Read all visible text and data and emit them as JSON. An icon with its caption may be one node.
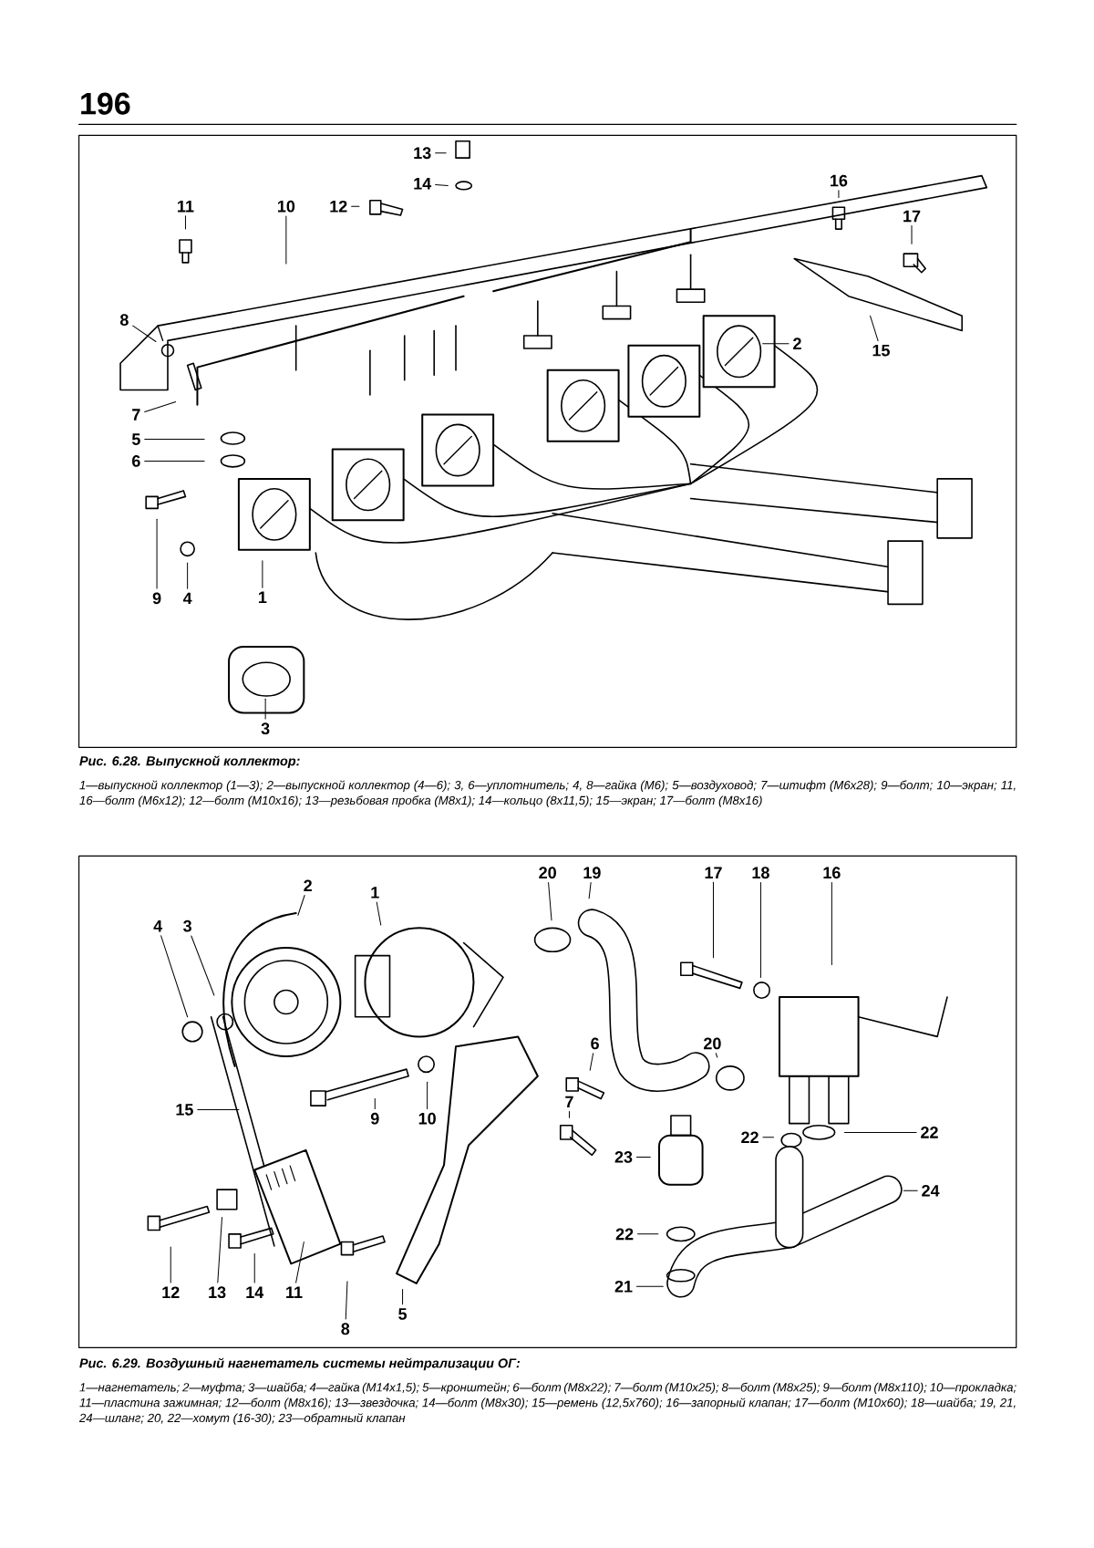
{
  "diagram": {
    "nodes": [
      {
        "text": [
          "13"
        ]
      },
      {
        "text": [
          "14"
        ]
      },
      {
        "text": [
          "12"
        ]
      },
      {
        "text": [
          "11"
        ]
      },
      {
        "text": [
          "10"
        ]
      },
      {
        "text": [
          "16"
        ]
      },
      {
        "text": [
          "17"
        ]
      },
      {
        "text": [
          "8"
        ]
      },
      {
        "text": [
          "2"
        ]
      },
      {
        "text": [
          "15"
        ]
      },
      {
        "text": [
          "7"
        ]
      },
      {
        "text": [
          "5"
        ]
      },
      {
        "text": [
          "6"
        ]
      },
      {
        "text": [
          "9"
        ]
      },
      {
        "text": [
          "4"
        ]
      },
      {
        "text": [
          "1"
        ]
      },
      {
        "text": [
          "3"
        ]
      },
      {
        "text": [
          "20"
        ]
      },
      {
        "text": [
          "19"
        ]
      },
      {
        "text": [
          "17"
        ]
      },
      {
        "text": [
          "18"
        ]
      },
      {
        "text": [
          "16"
        ]
      },
      {
        "text": [
          "1"
        ]
      },
      {
        "text": [
          "2"
        ]
      },
      {
        "text": [
          "4"
        ]
      },
      {
        "text": [
          "3"
        ]
      },
      {
        "text": [
          "6"
        ]
      },
      {
        "text": [
          "20"
        ]
      },
      {
        "text": [
          "15"
        ]
      },
      {
        "text": [
          "9"
        ]
      },
      {
        "text": [
          "10"
        ]
      },
      {
        "text": [
          "7"
        ]
      },
      {
        "text": [
          "22"
        ]
      },
      {
        "text": [
          "22"
        ]
      },
      {
        "text": [
          "23"
        ]
      },
      {
        "text": [
          "24"
        ]
      },
      {
        "text": [
          "22"
        ]
      },
      {
        "text": [
          "21"
        ]
      },
      {
        "text": [
          "12"
        ]
      },
      {
        "text": [
          "13"
        ]
      },
      {
        "text": [
          "14"
        ]
      },
      {
        "text": [
          "11"
        ]
      },
      {
        "text": [
          "5"
        ]
      },
      {
        "text": [
          "8"
        ]
      }
    ],
    "edges": [
      {
        "from": 0,
        "to": null,
        "arrow": "none"
      },
      {
        "from": 1,
        "to": null,
        "arrow": "none"
      },
      {
        "from": 2,
        "to": null,
        "arrow": "none"
      },
      {
        "from": 3,
        "to": null,
        "arrow": "none"
      },
      {
        "from": 4,
        "to": null,
        "arrow": "none"
      },
      {
        "from": 5,
        "to": null,
        "arrow": "none"
      },
      {
        "from": 6,
        "to": null,
        "arrow": "none"
      },
      {
        "from": 7,
        "to": null,
        "arrow": "none"
      },
      {
        "from": 8,
        "to": null,
        "arrow": "none"
      },
      {
        "from": 9,
        "to": null,
        "arrow": "none"
      },
      {
        "from": 10,
        "to": null,
        "arrow": "none"
      },
      {
        "from": 11,
        "to": null,
        "arrow": "none"
      },
      {
        "from": 12,
        "to": null,
        "arrow": "none"
      },
      {
        "from": 13,
        "to": null,
        "arrow": "none"
      },
      {
        "from": 14,
        "to": null,
        "arrow": "none"
      },
      {
        "from": 15,
        "to": null,
        "arrow": "none"
      },
      {
        "from": 16,
        "to": null,
        "arrow": "none"
      },
      {
        "from": 17,
        "to": null,
        "arrow": "none"
      },
      {
        "from": 18,
        "to": null,
        "arrow": "none"
      },
      {
        "from": 19,
        "to": null,
        "arrow": "none"
      },
      {
        "from": 20,
        "to": null,
        "arrow": "none"
      },
      {
        "from": 21,
        "to": null,
        "arrow": "none"
      },
      {
        "from": 22,
        "to": null,
        "arrow": "none"
      },
      {
        "from": 23,
        "to": null,
        "arrow": "none"
      },
      {
        "from": 24,
        "to": null,
        "arrow": "none"
      },
      {
        "from": 25,
        "to": null,
        "arrow": "none"
      },
      {
        "from": 26,
        "to": null,
        "arrow": "none"
      },
      {
        "from": 27,
        "to": null,
        "arrow": "none"
      },
      {
        "from": 28,
        "to": null,
        "arrow": "none"
      },
      {
        "from": 29,
        "to": null,
        "arrow": "none"
      },
      {
        "from": 30,
        "to": null,
        "arrow": "none"
      },
      {
        "from": 31,
        "to": null,
        "arrow": "none"
      },
      {
        "from": 32,
        "to": null,
        "arrow": "none"
      },
      {
        "from": 33,
        "to": null,
        "arrow": "none"
      },
      {
        "from": 34,
        "to": null,
        "arrow": "none"
      },
      {
        "from": 35,
        "to": null,
        "arrow": "none"
      },
      {
        "from": 36,
        "to": null,
        "arrow": "none"
      },
      {
        "from": 37,
        "to": null,
        "arrow": "none"
      },
      {
        "from": 38,
        "to": null,
        "arrow": "none"
      },
      {
        "from": 39,
        "to": null,
        "arrow": "none"
      },
      {
        "from": 40,
        "to": null,
        "arrow": "none"
      },
      {
        "from": 41,
        "to": null,
        "arrow": "none"
      },
      {
        "from": 42,
        "to": null,
        "arrow": "none"
      },
      {
        "from": 43,
        "to": null,
        "arrow": "none"
      }
    ],
    "labels": [
      "196",
      "Рис. 6.28. Выпускной коллектор:",
      "1—выпускной коллектор (1—3); 2—выпускной коллектор (4—6); 3, 6—уплотнитель; 4, 8—гайка (М6); 5—воздуховод; 7—штифт (М6х28); 9—болт; 10—экран; 11, 16—болт (М6х12); 12—болт (М10х16); 13—резьбовая пробка (М8х1); 14—кольцо (8х11,5); 15—экран; 17—болт (М8х16)",
      "Рис. 6.29. Воздушный нагнетатель системы нейтрализации ОГ:",
      "1—нагнетатель; 2—муфта; 3—шайба; 4—гайка (М14х1,5); 5—кронштейн; 6—болт (М8х22); 7—болт (М10х25); 8—болт (М8х25); 9—болт (М8х110); 10—прокладка; 11—пластина зажимная; 12—болт (М8х16); 13—звездочка; 14—болт (М8х30); 15—ремень (12,5х760); 16—запорный клапан; 17—болт (М10х60); 18—шайба; 19, 21, 24—шланг; 20, 22—хомут (16-30); 23—обратный клапан"
    ]
  }
}
